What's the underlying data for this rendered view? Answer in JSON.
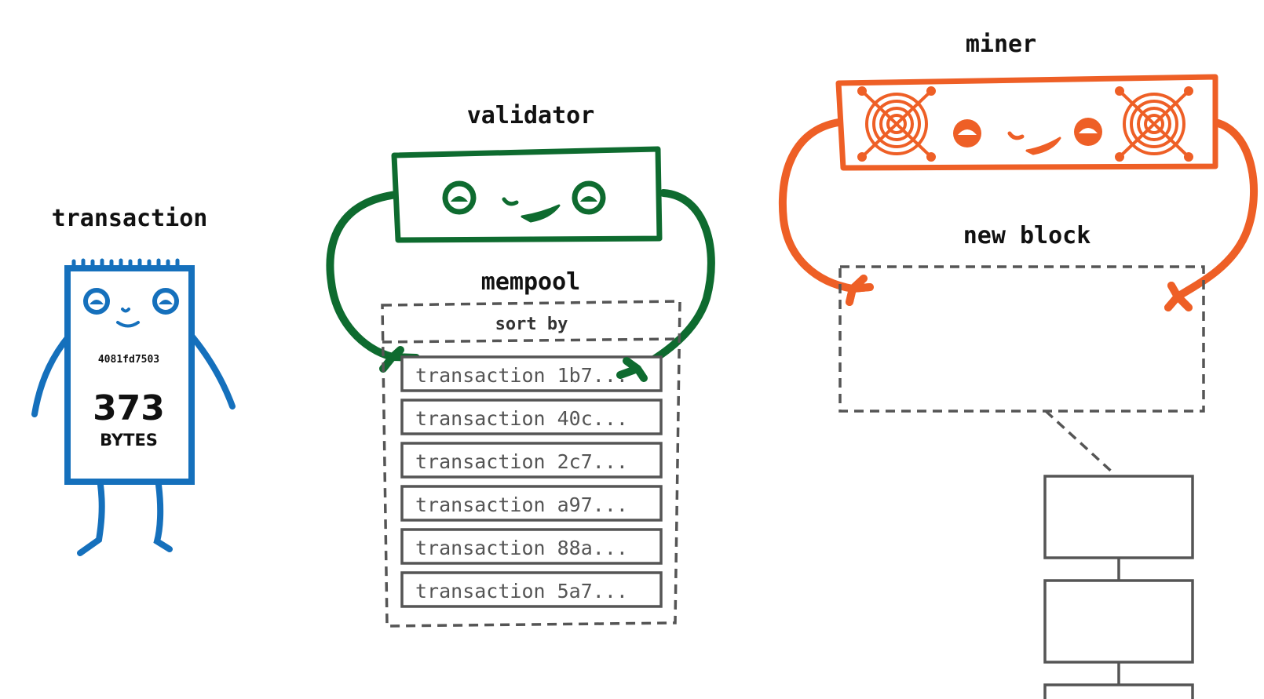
{
  "colors": {
    "transaction": "#1570BC",
    "validator": "#0E6B2F",
    "miner": "#EE5F26",
    "dashed": "#555555",
    "chain": "#555555"
  },
  "transaction": {
    "label": "transaction",
    "id": "4081fd7503",
    "size_value": "373",
    "size_unit": "BYTES"
  },
  "validator": {
    "label": "validator"
  },
  "mempool": {
    "label": "mempool",
    "sort_label": "sort by",
    "items": [
      "transaction 1b7...",
      "transaction 40c...",
      "transaction 2c7...",
      "transaction a97...",
      "transaction 88a...",
      "transaction 5a7..."
    ]
  },
  "miner": {
    "label": "miner",
    "fan_icon": "fan-icon"
  },
  "new_block": {
    "label": "new block"
  }
}
